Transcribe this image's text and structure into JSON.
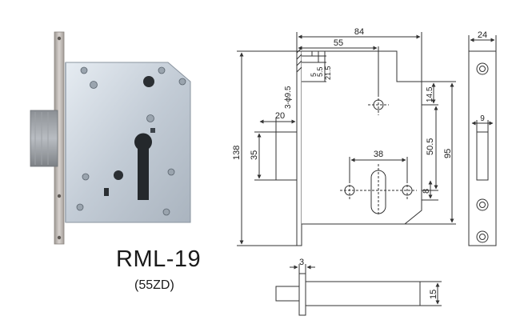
{
  "product": {
    "model": "RML-19",
    "variant": "(55ZD)"
  },
  "dimensions": {
    "overall_width": "84",
    "backset": "55",
    "dim_5": "5",
    "dim_5_5": "5.5",
    "dim_21_5": "21.5",
    "screw_holes": "3-ϕ9.5",
    "dim_14_5": "14.5",
    "bolt_width": "20",
    "bolt_height": "35",
    "body_height": "138",
    "cylinder_spacing": "38",
    "dim_50_5": "50.5",
    "dim_8": "8",
    "dim_95": "95",
    "faceplate_width": "24",
    "faceplate_slot": "9",
    "faceplate_thickness": "3",
    "bolt_side_15": "15"
  },
  "colors": {
    "line": "#333333",
    "metal_light": "#cfd8e2",
    "metal_dark": "#6e7a86",
    "faceplate": "#b8b2ae"
  }
}
